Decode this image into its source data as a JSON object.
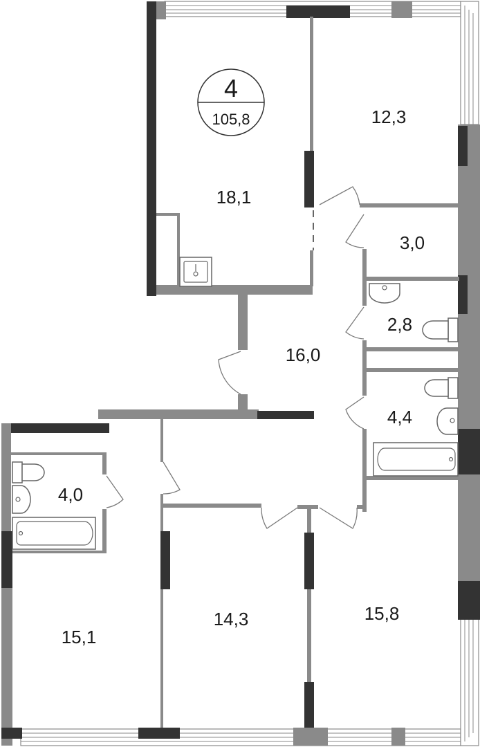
{
  "apartment": {
    "rooms_count": "4",
    "total_area": "105,8"
  },
  "rooms": [
    {
      "id": "living",
      "area": "18,1"
    },
    {
      "id": "bedroom-ne",
      "area": "12,3"
    },
    {
      "id": "storage",
      "area": "3,0"
    },
    {
      "id": "wc-small",
      "area": "2,8"
    },
    {
      "id": "hall",
      "area": "16,0"
    },
    {
      "id": "bathroom-e",
      "area": "4,4"
    },
    {
      "id": "bathroom-w",
      "area": "4,0"
    },
    {
      "id": "bedroom-sw",
      "area": "15,1"
    },
    {
      "id": "bedroom-s",
      "area": "14,3"
    },
    {
      "id": "bedroom-se",
      "area": "15,8"
    }
  ],
  "colors": {
    "wall": "#8a8a8a",
    "wall_dark": "#333333",
    "background": "#ffffff"
  }
}
